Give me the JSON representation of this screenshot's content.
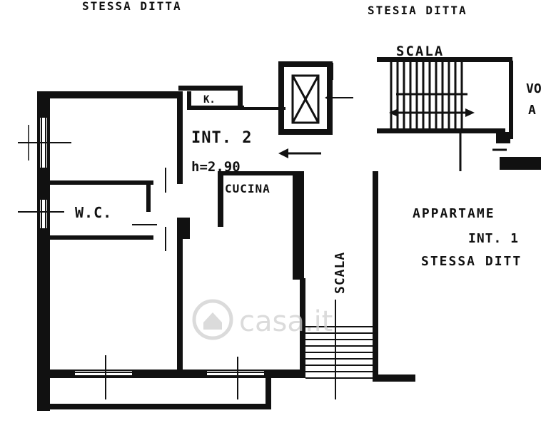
{
  "labels": {
    "top_left": "STESSA DITTA",
    "top_right": "STESIA DITTA",
    "stair_top": "SCALA",
    "edge_vo": "VO",
    "edge_a": "A",
    "kitchen_small": "K.",
    "int2": "INT. 2",
    "height": "h=2.90",
    "cucina": "CUCINA",
    "wc": "W.C.",
    "stair_vertical": "SCALA",
    "appartamento": "APPARTAME",
    "int1": "INT. 1",
    "stessa_ditta": "STESSA DITT"
  },
  "watermark": "casa.it",
  "colors": {
    "ink": "#111111",
    "watermark": "#cfcfcf",
    "background": "#ffffff"
  }
}
